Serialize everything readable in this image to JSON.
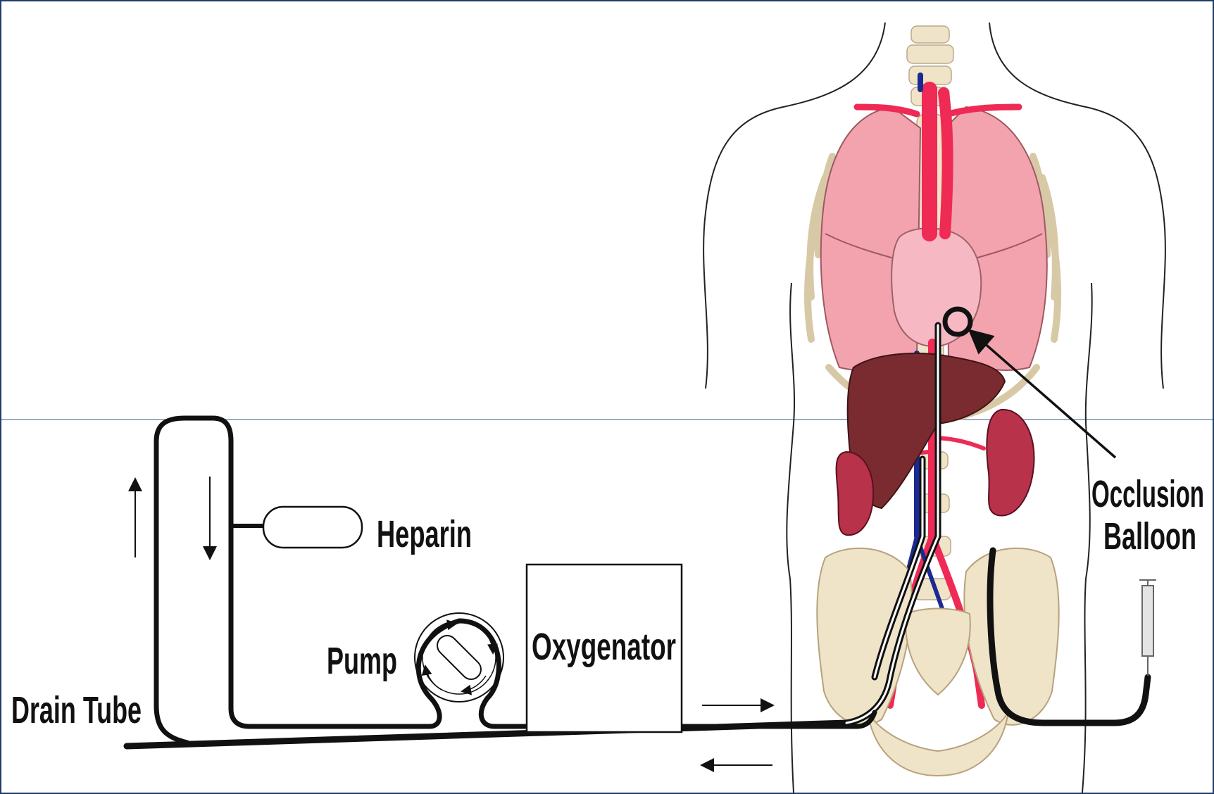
{
  "labels": {
    "drain_tube": "Drain Tube",
    "heparin": "Heparin",
    "pump": "Pump",
    "oxygenator": "Oxygenator",
    "occlusion_line1": "Occlusion",
    "occlusion_line2": "Balloon"
  },
  "colors": {
    "frame": "#1f3c6b",
    "tubing": "#111111",
    "artery": "#ee2a55",
    "vein": "#1b2a8f",
    "lung": "#f3a3ad",
    "heart": "#f6b9c3",
    "liver": "#7a2b2f",
    "kidney": "#b8324a",
    "bone": "#efe3c8"
  },
  "icons": [
    "up-arrow-icon",
    "down-arrow-icon",
    "right-arrow-icon",
    "left-arrow-icon",
    "syringe-icon",
    "roller-pump-icon"
  ]
}
